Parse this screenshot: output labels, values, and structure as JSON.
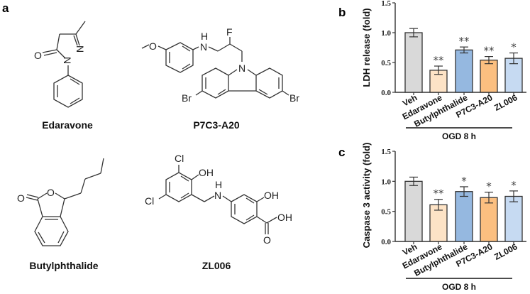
{
  "figure": {
    "panel_a_label": "a",
    "panel_b_label": "b",
    "panel_c_label": "c"
  },
  "compounds": [
    {
      "name": "Edaravone"
    },
    {
      "name": "P7C3-A20"
    },
    {
      "name": "Butylphthalide"
    },
    {
      "name": "ZL006"
    }
  ],
  "atoms": {
    "O": "O",
    "N": "N",
    "H": "H",
    "F": "F",
    "Br": "Br",
    "Cl": "Cl",
    "OH": "OH"
  },
  "chart_data": [
    {
      "type": "bar",
      "panel": "b",
      "title": "",
      "xlabel": "OGD 8 h",
      "ylabel": "LDH release (fold)",
      "ylim": [
        0,
        1.5
      ],
      "yticks": [
        "0.0",
        "0.5",
        "1.0",
        "1.5"
      ],
      "categories": [
        "Veh",
        "Edaravone",
        "Butylphthalide",
        "P7C3-A20",
        "ZL006"
      ],
      "values": [
        1.0,
        0.37,
        0.71,
        0.54,
        0.57
      ],
      "errors": [
        0.07,
        0.07,
        0.05,
        0.06,
        0.09
      ],
      "significance": [
        "",
        "**",
        "**",
        "**",
        "*"
      ],
      "colors": [
        "#d9d9d9",
        "#fde3c6",
        "#95b8e0",
        "#fbbf80",
        "#c6daf2"
      ],
      "grid": false,
      "group_label": "OGD 8 h"
    },
    {
      "type": "bar",
      "panel": "c",
      "title": "",
      "xlabel": "OGD 8 h",
      "ylabel": "Caspase 3 activity (fold)",
      "ylim": [
        0,
        1.5
      ],
      "yticks": [
        "0.0",
        "0.5",
        "1.0",
        "1.5"
      ],
      "categories": [
        "Veh",
        "Edaravone",
        "Butylphthalide",
        "P7C3-A20",
        "ZL006"
      ],
      "values": [
        1.0,
        0.61,
        0.83,
        0.73,
        0.75
      ],
      "errors": [
        0.07,
        0.09,
        0.08,
        0.09,
        0.09
      ],
      "significance": [
        "",
        "**",
        "*",
        "*",
        "*"
      ],
      "colors": [
        "#d9d9d9",
        "#fde3c6",
        "#95b8e0",
        "#fbbf80",
        "#c6daf2"
      ],
      "grid": false,
      "group_label": "OGD 8 h"
    }
  ]
}
